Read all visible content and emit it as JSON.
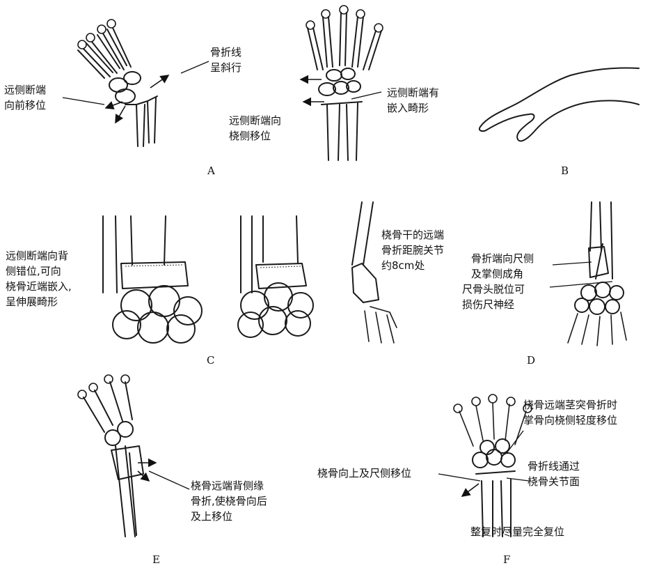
{
  "panels": {
    "a": {
      "letter": "A",
      "label_oblique_1": "骨折线",
      "label_oblique_2": "呈斜行",
      "label_distal_forward_1": "远侧断端",
      "label_distal_forward_2": "向前移位",
      "label_distal_radial_1": "远侧断端向",
      "label_distal_radial_2": "桡侧移位",
      "label_impacted_1": "远侧断端有",
      "label_impacted_2": "嵌入畸形"
    },
    "b": {
      "letter": "B"
    },
    "c": {
      "letter": "C",
      "label_dorsal_1": "远侧断端向背",
      "label_dorsal_2": "侧错位,可向",
      "label_dorsal_3": "桡骨近端嵌入,",
      "label_dorsal_4": "呈伸展畸形"
    },
    "d": {
      "letter": "D",
      "label_shaft_1": "桡骨干的远端",
      "label_shaft_2": "骨折距腕关节",
      "label_shaft_3": "约8cm处",
      "label_angle_1": "骨折端向尺侧",
      "label_angle_2": "及掌侧成角",
      "label_ulna_1": "尺骨头脱位可",
      "label_ulna_2": "损伤尺神经"
    },
    "e": {
      "letter": "E",
      "label_rim_1": "桡骨远端背侧缘",
      "label_rim_2": "骨折,使桡骨向后",
      "label_rim_3": "及上移位"
    },
    "f": {
      "letter": "F",
      "label_styloid_1": "桡骨远端茎突骨折时",
      "label_styloid_2": "掌骨向桡侧轻度移位",
      "label_up_ulnar": "桡骨向上及尺侧移位",
      "label_articular_1": "骨折线通过",
      "label_articular_2": "桡骨关节面",
      "label_reduce": "整复时尽量完全复位"
    }
  }
}
